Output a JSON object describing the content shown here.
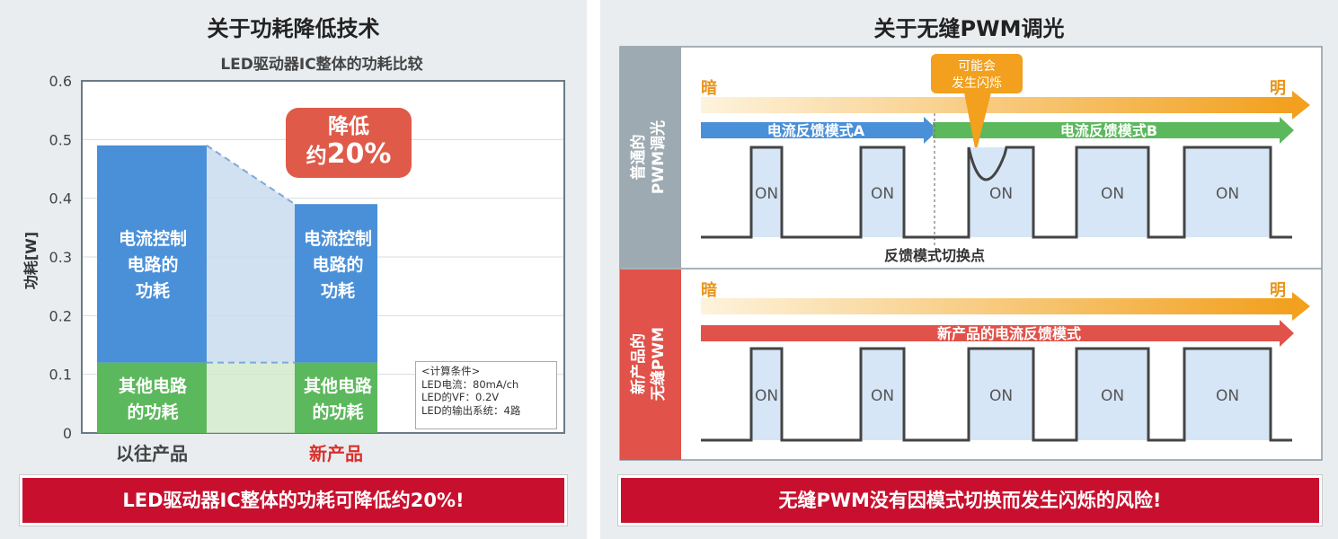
{
  "left": {
    "title": "关于功耗降低技术",
    "chart_title": "LED驱动器IC整体的功耗比较",
    "y_axis_label": "功耗[W]",
    "badge_line1": "降低",
    "badge_line2_prefix": "约",
    "badge_line2_number": "20%",
    "bar_top_label": [
      "电流控制",
      "电路的",
      "功耗"
    ],
    "bar_bottom_label": [
      "其他电路",
      "的功耗"
    ],
    "conditions": [
      "<计算条件>",
      "LED电流：80mA/ch",
      "LED的VF：0.2V",
      "LED的输出系统：4路"
    ],
    "banner": "LED驱动器IC整体的功耗可降低约20%!"
  },
  "chart_data": {
    "type": "bar",
    "stacked": true,
    "title": "LED驱动器IC整体的功耗比较",
    "ylabel": "功耗[W]",
    "ylim": [
      0,
      0.6
    ],
    "yticks": [
      "0",
      "0.1",
      "0.2",
      "0.3",
      "0.4",
      "0.5",
      "0.6"
    ],
    "categories": [
      "以往产品",
      "新产品"
    ],
    "series": [
      {
        "name": "其他电路的功耗",
        "values": [
          0.12,
          0.12
        ],
        "color": "#5cb85c"
      },
      {
        "name": "电流控制电路的功耗",
        "values": [
          0.37,
          0.27
        ],
        "color": "#4a90d9"
      }
    ],
    "category_colors": [
      "#444444",
      "#d9302a"
    ]
  },
  "right": {
    "title": "关于无缝PWM调光",
    "row1_side_label": [
      "普通的",
      "PWM调光"
    ],
    "row2_side_label": [
      "新产品的",
      "无缝PWM"
    ],
    "dark": "暗",
    "bright": "明",
    "mode_a": "电流反馈模式A",
    "mode_b": "电流反馈模式B",
    "new_mode": "新产品的电流反馈模式",
    "flicker_callout": [
      "可能会",
      "发生闪烁"
    ],
    "switch_point": "反馈模式切换点",
    "on_label": "ON",
    "banner": "无缝PWM没有因模式切换而发生闪烁的风险!"
  },
  "colors": {
    "brand_red": "#c8102e",
    "blue": "#4a90d9",
    "green": "#5cb85c",
    "orange": "#f2a01d",
    "side_gray": "#9eaab2",
    "side_red": "#e0524a"
  }
}
